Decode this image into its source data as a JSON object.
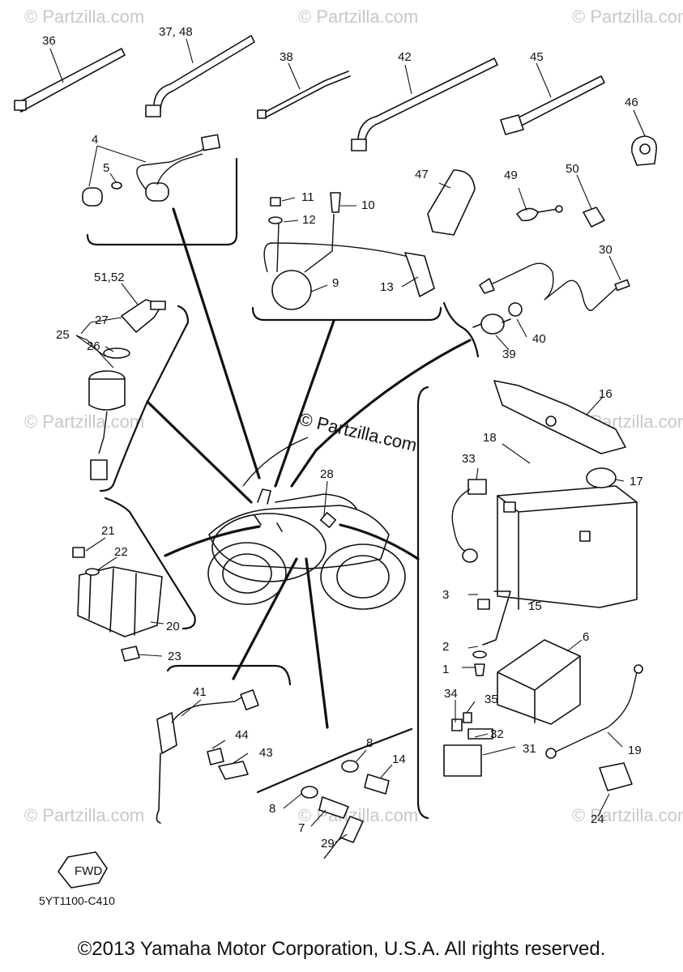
{
  "diagram": {
    "watermark": "© Partzilla.com",
    "center_watermark": "© Partzilla.com",
    "diagram_code": "5YT1100-C410",
    "fwd_label": "FWD",
    "copyright": "©2013 Yamaha Motor Corporation, U.S.A. All rights reserved."
  },
  "callouts": [
    "36",
    "37, 48",
    "38",
    "42",
    "45",
    "46",
    "4",
    "5",
    "47",
    "49",
    "50",
    "11",
    "10",
    "12",
    "9",
    "13",
    "30",
    "40",
    "39",
    "51,52",
    "27",
    "25",
    "26",
    "16",
    "18",
    "17",
    "33",
    "28",
    "21",
    "22",
    "20",
    "23",
    "15",
    "3",
    "2",
    "1",
    "6",
    "41",
    "44",
    "43",
    "34",
    "35",
    "32",
    "31",
    "19",
    "8",
    "14",
    "8",
    "7",
    "29",
    "24"
  ]
}
